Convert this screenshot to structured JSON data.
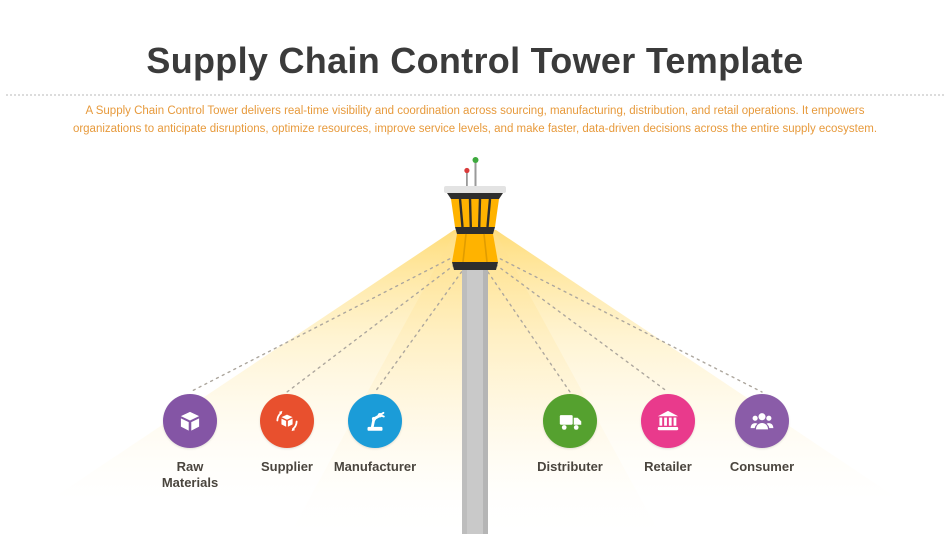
{
  "title": "Supply Chain Control Tower Template",
  "description": "A Supply Chain Control Tower delivers real-time visibility and coordination across sourcing, manufacturing, distribution, and retail operations. It empowers organizations to anticipate disruptions, optimize resources, improve service levels, and make faster, data-driven decisions across the entire supply ecosystem.",
  "colors": {
    "title_text": "#3b3b3b",
    "description_text": "#e79a3c",
    "beam_yellow": "#ffd763",
    "tower_yellow": "#ffb300",
    "tower_dark": "#2e2e2e",
    "pole_gray": "#c9c9c9",
    "antenna_green": "#3da93d",
    "antenna_red": "#d93b3b",
    "label_text": "#4a453e"
  },
  "nodes": [
    {
      "label": "Raw Materials",
      "icon": "box-icon",
      "color": "#8455a5"
    },
    {
      "label": "Supplier",
      "icon": "supplier-box-icon",
      "color": "#e8502e"
    },
    {
      "label": "Manufacturer",
      "icon": "robot-arm-icon",
      "color": "#1b9cd8"
    },
    {
      "label": "Distributer",
      "icon": "truck-icon",
      "color": "#55a12f"
    },
    {
      "label": "Retailer",
      "icon": "bank-icon",
      "color": "#e93a8c"
    },
    {
      "label": "Consumer",
      "icon": "people-icon",
      "color": "#8a5ca8"
    }
  ]
}
